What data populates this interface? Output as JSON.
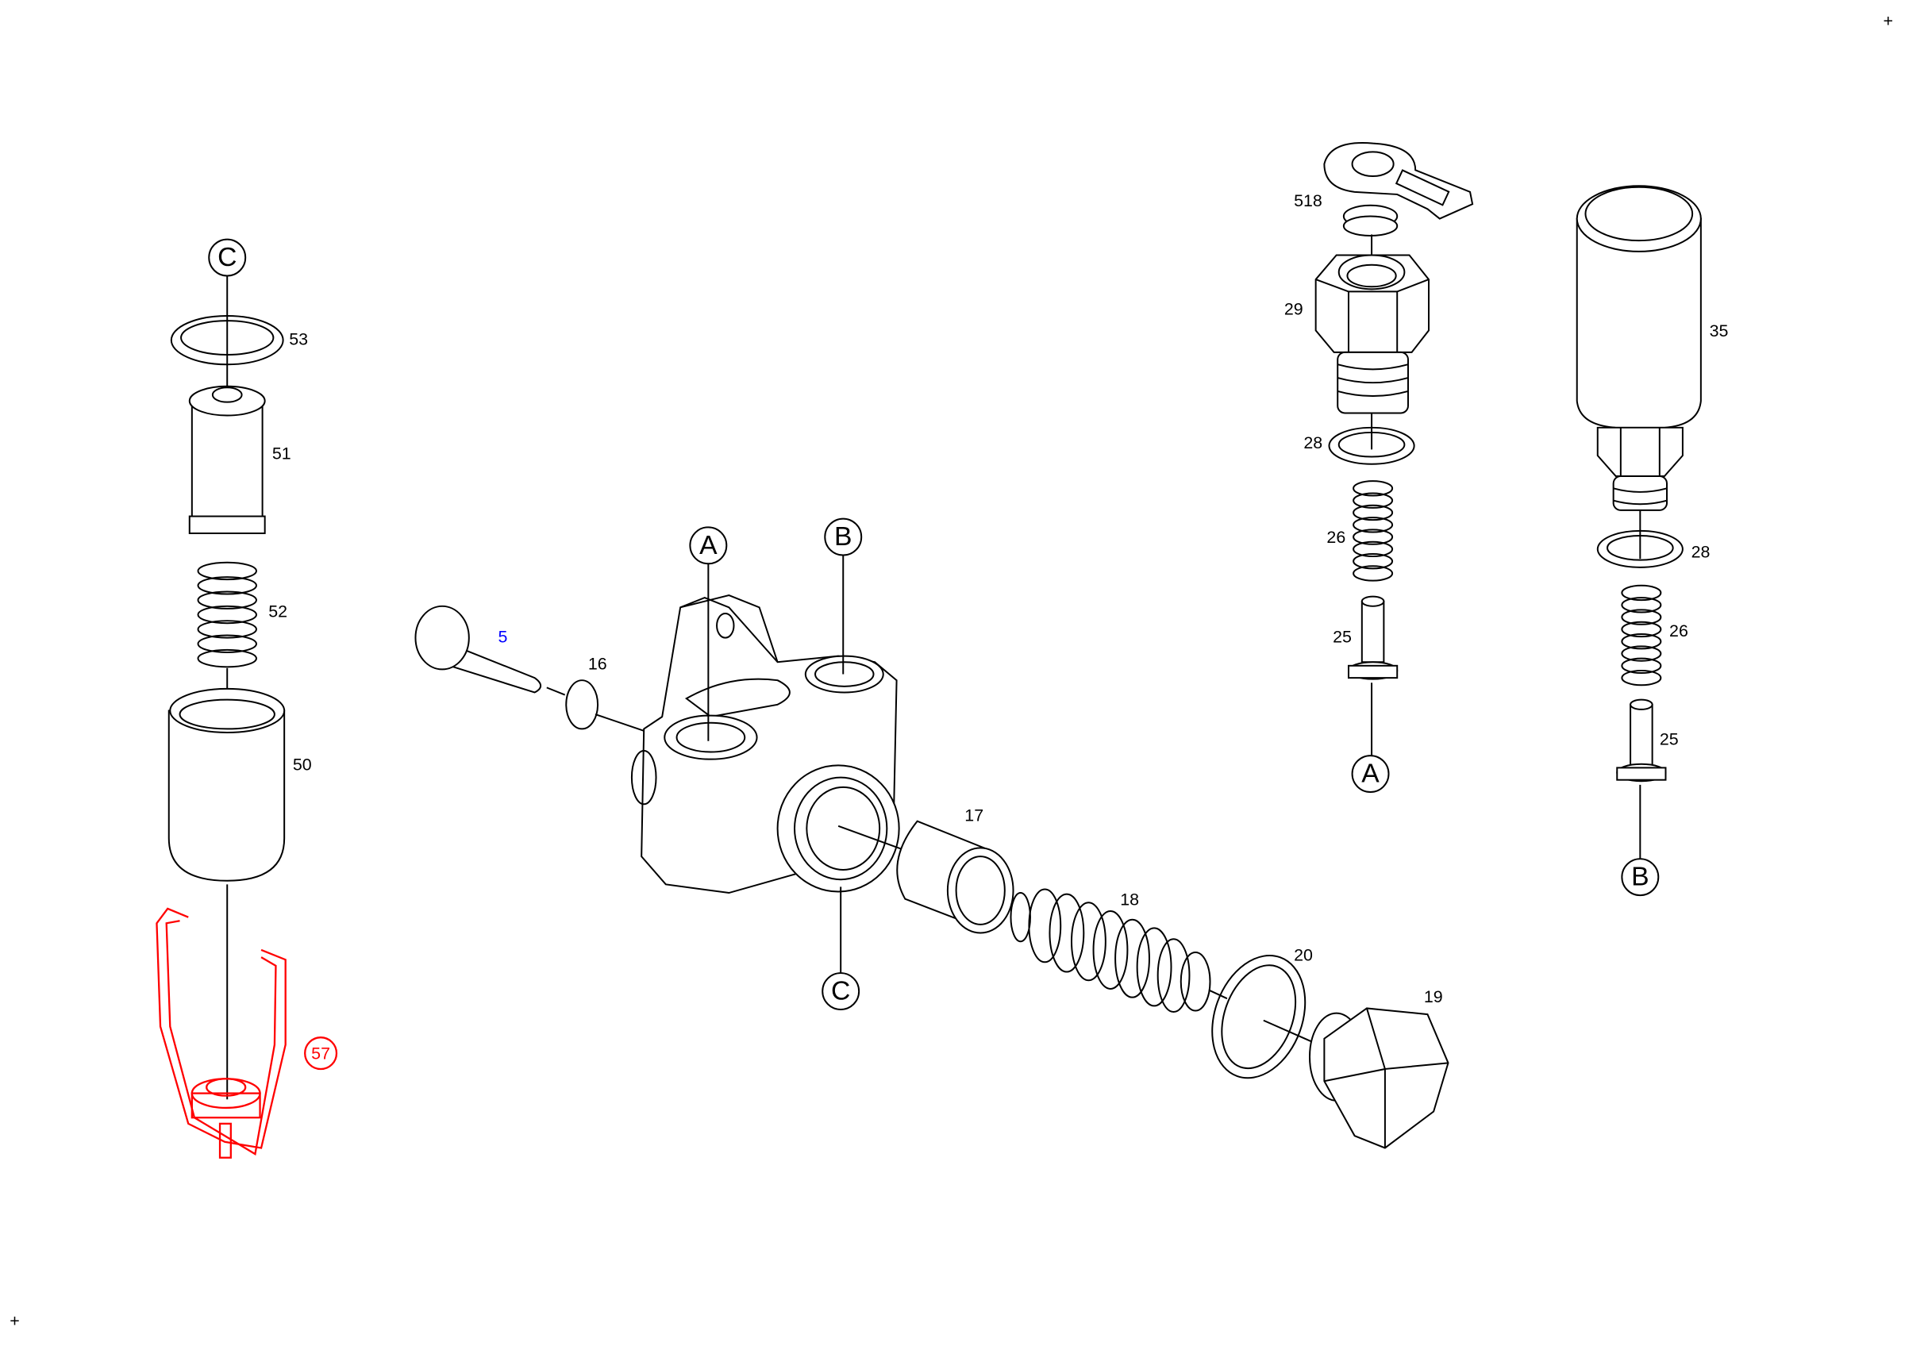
{
  "labels": {
    "p53": "53",
    "p51": "51",
    "p52": "52",
    "p50": "50",
    "p57": "57",
    "p5": "5",
    "p16": "16",
    "p17": "17",
    "p18": "18",
    "p20": "20",
    "p19": "19",
    "p518": "518",
    "p29": "29",
    "p28a": "28",
    "p26a": "26",
    "p25a": "25",
    "p35": "35",
    "p28b": "28",
    "p26b": "26",
    "p25b": "25"
  },
  "refs": {
    "a": "A",
    "b": "B",
    "c": "C"
  },
  "corner_mark": "+",
  "colors": {
    "highlight": "#ff0000",
    "selected_label": "#0000ff",
    "line": "#000000"
  }
}
